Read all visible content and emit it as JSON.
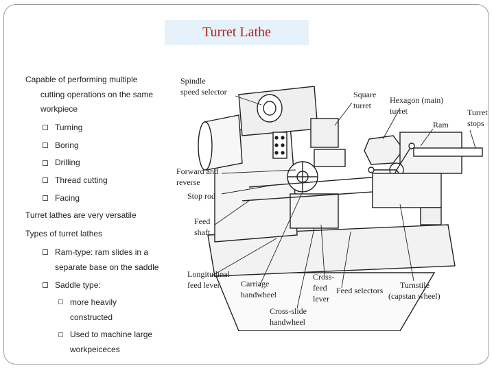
{
  "title": "Turret Lathe",
  "bullets": {
    "intro_line1": "Capable of performing multiple",
    "intro_line2": "cutting operations on the same",
    "intro_line3": "workpiece",
    "ops": [
      "Turning",
      "Boring",
      "Drilling",
      "Thread cutting",
      "Facing"
    ],
    "versatile": "Turret lathes are very versatile",
    "types": "Types of turret lathes",
    "ram_line1": "Ram-type: ram slides in a",
    "ram_line2": "separate base on the saddle",
    "saddle": "Saddle type:",
    "heavy_line1": "more heavily",
    "heavy_line2": "constructed",
    "large_line1": "Used to machine large",
    "large_line2": "workpeiceces"
  },
  "diagram_labels": {
    "spindle1": "Spindle",
    "spindle2": "speed selector",
    "square1": "Square",
    "square2": "turret",
    "hex1": "Hexagon (main)",
    "hex2": "turret",
    "ram": "Ram",
    "stops1": "Turret",
    "stops2": "stops",
    "forward1": "Forward and",
    "forward2": "reverse",
    "stoprod": "Stop rod",
    "feedshaft1": "Feed",
    "feedshaft2": "shaft",
    "long1": "Longitudinal",
    "long2": "feed lever",
    "carriage1": "Carriage",
    "carriage2": "handwheel",
    "crossfeed1": "Cross-",
    "crossfeed2": "feed",
    "crossfeed3": "lever",
    "feedsel": "Feed selectors",
    "turnstile1": "Turnstile",
    "turnstile2": "(capstan wheel)",
    "crossslide1": "Cross-slide",
    "crossslide2": "handwheel"
  }
}
